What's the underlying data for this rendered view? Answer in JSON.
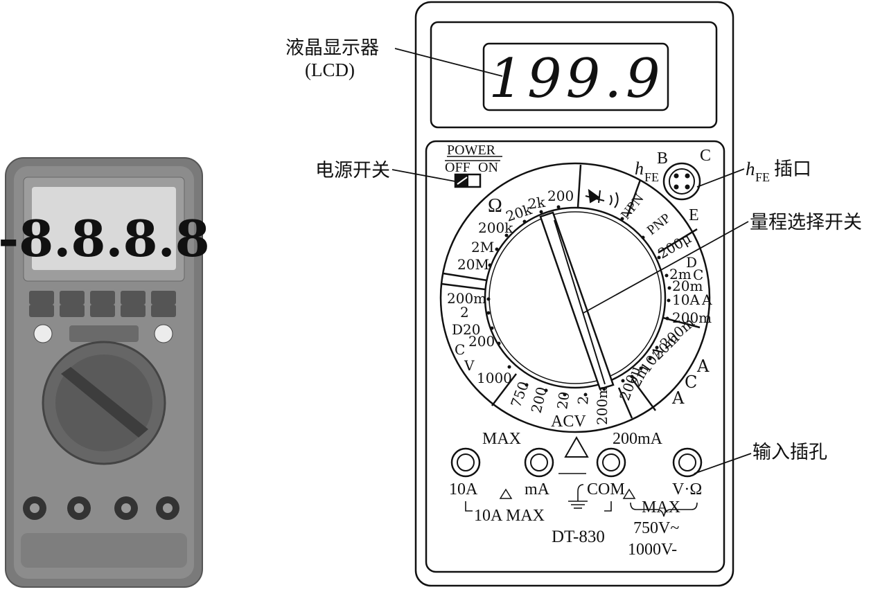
{
  "lcd": {
    "reading": "199.9"
  },
  "callouts": {
    "lcd": "液晶显示器",
    "lcd_en": "(LCD)",
    "power": "电源开关",
    "hfe_socket_h": "h",
    "hfe_socket_sub": "FE",
    "hfe_socket_text": "插口",
    "range_switch": "量程选择开关",
    "input_jack": "输入插孔"
  },
  "power_switch": {
    "title": "POWER",
    "off": "OFF",
    "on": "ON"
  },
  "hfe_label": {
    "h": "h",
    "sub": "FE"
  },
  "transistor_pins": {
    "b": "B",
    "c": "C",
    "e": "E"
  },
  "dial": {
    "ohm_symbol": "Ω",
    "ohm_ranges": [
      "200",
      "2k",
      "20k",
      "200k",
      "2M",
      "20M"
    ],
    "diode_modes": [
      "NPN",
      "PNP"
    ],
    "dcv_ranges": [
      "200m",
      "2",
      "20",
      "200",
      "1000"
    ],
    "dcv_letters": [
      "D",
      "C",
      "V"
    ],
    "dca_ranges": [
      "200μ",
      "2m",
      "20m",
      "10A",
      "200m"
    ],
    "dca_letters": [
      "D",
      "C",
      "A"
    ],
    "aca_ranges": [
      "200m",
      "20m",
      "10A",
      "2m",
      "200μ"
    ],
    "aca_letters": [
      "A",
      "C",
      "A"
    ],
    "acv_ranges": [
      "750",
      "200",
      "20",
      "2",
      "200m"
    ],
    "acv_label": "ACV"
  },
  "jacks": {
    "labels": [
      "10A",
      "mA",
      "COM",
      "V·Ω"
    ],
    "max_label": "MAX",
    "ma_max_label": "200mA",
    "tenA_max": "10A  MAX",
    "vmax_label": "MAX",
    "vmax_ac": "750V~",
    "vmax_dc": "1000V-"
  },
  "model": "DT-830",
  "photo": {
    "display": "-8.8.8.8"
  }
}
